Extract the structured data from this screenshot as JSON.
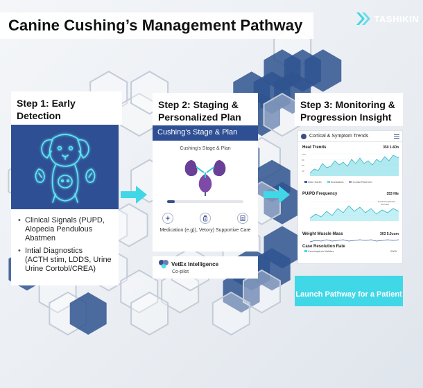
{
  "header": {
    "title": "Canine Cushing’s Management Pathway"
  },
  "brand": {
    "name": "TASHIKIN"
  },
  "colors": {
    "accent": "#40d7e6",
    "navy": "#2f4f94",
    "hex_dark": "#2f548f"
  },
  "step1": {
    "title_line1": "Step 1: Early Detection",
    "title_line2": "& Assessment",
    "icon": "dog-outline-icon",
    "items": [
      {
        "lines": [
          "Clinical Signals (PUPD,",
          "Alopecia Pendulous",
          "Abatmen"
        ]
      },
      {
        "lines": [
          "Intial Diagnostics",
          "(ACTH stim, LDDS, Urine",
          "Urine Cortobl/CREA)"
        ]
      }
    ]
  },
  "step2": {
    "title_line1": "Step 2: Staging &",
    "title_line2": "Personalized Plan",
    "card_title": "Cushing's Stage & Plan",
    "card_subtitle": "Cushing's Stage & Plan",
    "progress": 0.1,
    "icons": [
      "sparkle-icon",
      "medication-bottle-icon",
      "document-icon"
    ],
    "icons_label": "Medication (e.g)), Vetory) Supportive Care",
    "vetex_name": "VetEx Intelligence",
    "vetex_sub": "Co-pilot"
  },
  "step3": {
    "title_line1": "Step 3: Monitoring &",
    "title_line2": "Progression Insight",
    "card_title": "Cortical & Symptom Trends",
    "chart1_title": "Heat Trends",
    "chart1_value": "350 1-60b",
    "chart1_legend": [
      "Dolo Sonib",
      "Docisaena",
      "Contol Roterrun"
    ],
    "chart2_title": "PU/PD Frequency",
    "chart2_value": "353 Hle",
    "chart2_note_line1": "Gookd Scehemic",
    "chart2_note_line2": "Tomnter",
    "chart3_title": "Weight Muscle Mass",
    "chart3_value": "303 5.0com",
    "chart4_title": "Case Resolution Rate",
    "chart4_legend": "Ceorhoiptnin Visibles",
    "chart4_value": "0000",
    "cta": "Launch Pathway for a Patient"
  }
}
